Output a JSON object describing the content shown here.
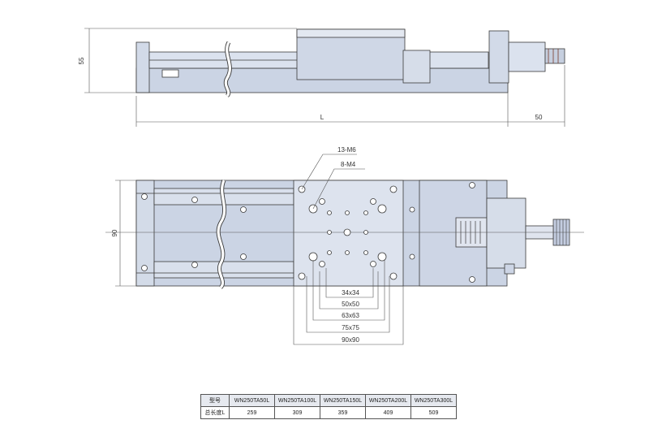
{
  "dimensions": {
    "height_side": "55",
    "length": "L",
    "motor_length": "50",
    "width_top": "90"
  },
  "callouts": {
    "tapped_holes_m6": "13-M6",
    "tapped_holes_m4": "8-M4"
  },
  "hole_patterns": [
    "34x34",
    "50x50",
    "63x63",
    "75x75",
    "90x90"
  ],
  "table": {
    "row1_header": "型号",
    "row2_header": "总长度L",
    "models": [
      "WN250TA50L",
      "WN250TA100L",
      "WN250TA150L",
      "WN250TA200L",
      "WN250TA300L"
    ],
    "lengths": [
      "259",
      "309",
      "359",
      "409",
      "509"
    ]
  },
  "colors": {
    "body_fill": "#cbd4e4",
    "body_light": "#d9e0ec",
    "line": "#3a3a3a",
    "dim_line": "#555555"
  }
}
